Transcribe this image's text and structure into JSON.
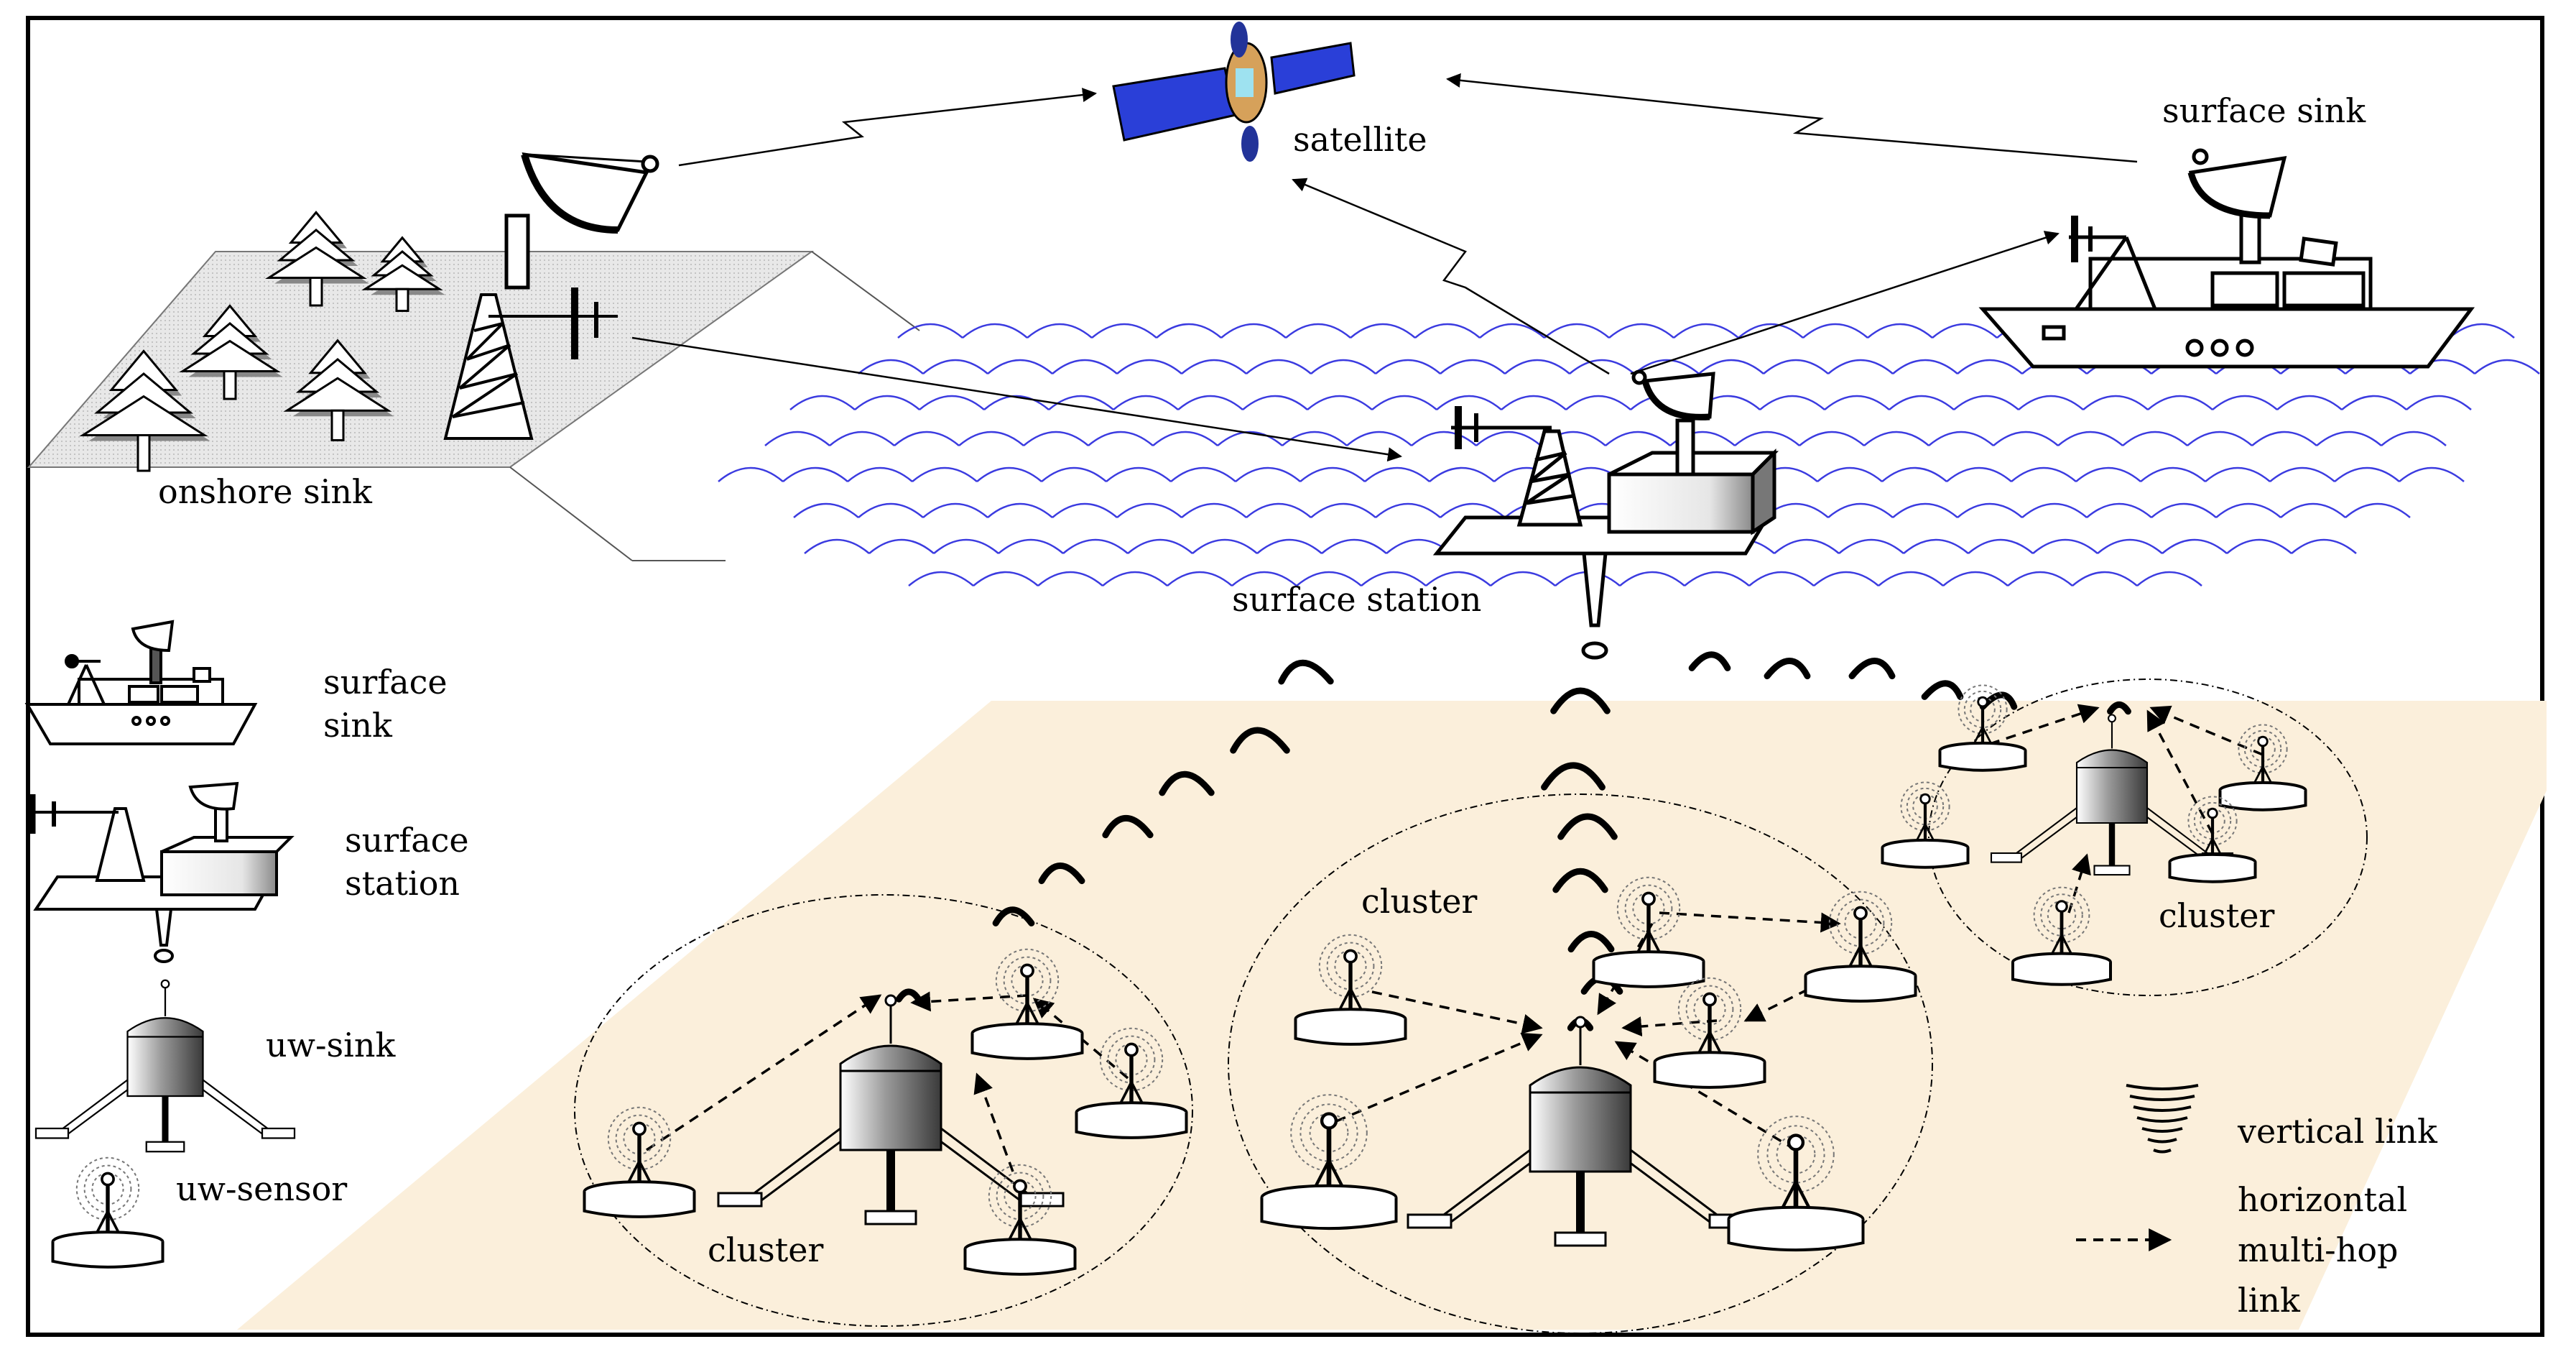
{
  "labels": {
    "satellite": "satellite",
    "surface_sink_top": "surface sink",
    "onshore_sink": "onshore sink",
    "surface_station": "surface station",
    "cluster_left": "cluster",
    "cluster_middle": "cluster",
    "cluster_right": "cluster"
  },
  "legend": {
    "surface_sink": [
      "surface",
      "sink"
    ],
    "surface_station": [
      "surface",
      "station"
    ],
    "uw_sink": "uw-sink",
    "uw_sensor": "uw-sensor",
    "vertical_link": "vertical link",
    "horizontal_link": [
      "horizontal",
      "multi-hop",
      "link"
    ]
  },
  "colors": {
    "water": "#3b3be0",
    "seabed": "#fbefdb",
    "land": "#e4e4e4",
    "satellite_panel": "#2a3fd8",
    "ink": "#000000"
  }
}
